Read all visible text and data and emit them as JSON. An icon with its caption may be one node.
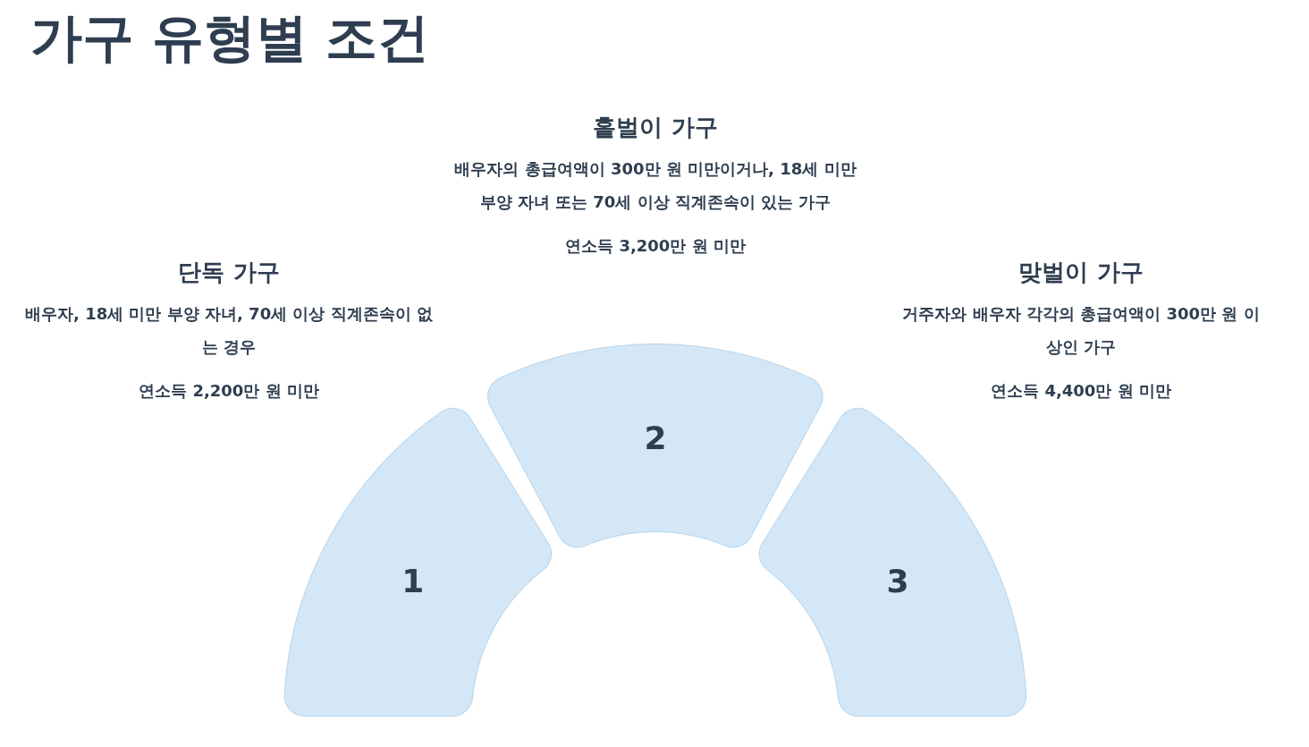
{
  "diagram": {
    "title": "가구 유형별 조건",
    "nodes": [
      {
        "text": [
          "1"
        ],
        "beside": [
          "단독 가구",
          "배우자, 18세 미만 부양 자녀, 70세 이상 직계존속이 없는 경우",
          "연소득 2,200만 원 미만"
        ]
      },
      {
        "text": [
          "2"
        ],
        "beside": [
          "홑벌이 가구",
          "배우자의 총급여액이 300만 원 미만이거나, 18세 미만 부양 자녀 또는 70세 이상 직계존속이 있는 가구",
          "연소득 3,200만 원 미만"
        ]
      },
      {
        "text": [
          "3"
        ],
        "beside": [
          "맞벌이 가구",
          "거주자와 배우자 각각의 총급여액이 300만 원 이상인 가구",
          "연소득 4,400만 원 미만"
        ]
      }
    ]
  }
}
